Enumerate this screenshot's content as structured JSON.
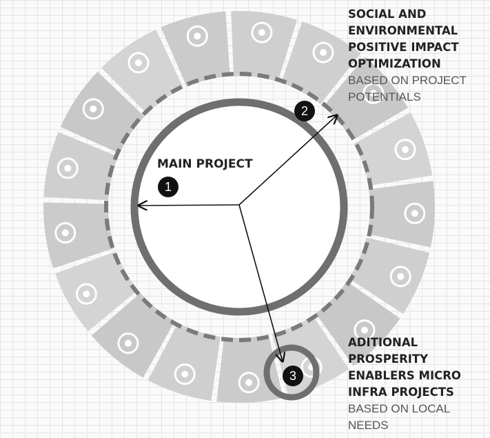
{
  "main_label": "MAIN PROJECT",
  "markers": [
    "1",
    "2",
    "3"
  ],
  "callout_top": {
    "heading": [
      "SOCIAL AND",
      "ENVIRONMENTAL",
      "POSITIVE IMPACT",
      "OPTIMIZATION"
    ],
    "subtext": [
      "BASED ON PROJECT",
      "POTENTIALS"
    ]
  },
  "callout_bottom": {
    "heading": [
      "ADITIONAL",
      "PROSPERITY",
      "ENABLERS MICRO",
      "INFRA PROJECTS"
    ],
    "subtext": [
      "BASED ON LOCAL",
      "NEEDS"
    ]
  },
  "goal_icons": [
    "family-people-icon",
    "food-bowl-icon",
    "heartbeat-icon",
    "book-icon",
    "gender-equality-icon",
    "water-drop-icon",
    "sun-energy-icon",
    "growth-chart-icon",
    "cubes-icon",
    "inequality-arrows-icon",
    "city-buildings-icon",
    "infinity-icon",
    "eye-globe-icon",
    "fish-waves-icon",
    "tree-birds-icon",
    "dove-gavel-icon",
    "partnership-rings-icon"
  ],
  "colors": {
    "wedge": "#d0d0d0",
    "wedge_icon": "#ffffff",
    "main_ring": "#6f6f6f",
    "dashed_ring": "#7a7a7a",
    "arrow": "#111111"
  }
}
